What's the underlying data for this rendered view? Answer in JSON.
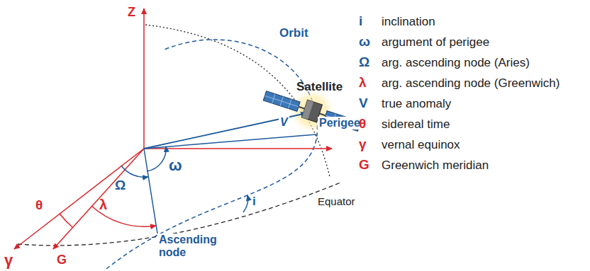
{
  "diagram": {
    "labels": [
      "Z",
      "Orbit",
      "Satellite",
      "Perigee",
      "V",
      "ω",
      "Ω",
      "θ",
      "λ",
      "i",
      "Equator",
      "Ascending node",
      "γ",
      "G",
      "i",
      "ω",
      "Ω",
      "λ",
      "V",
      "θ",
      "γ",
      "G"
    ],
    "legend": [
      {
        "text": "inclination"
      },
      {
        "text": "argument of perigee"
      },
      {
        "text": "arg. ascending node (Aries)"
      },
      {
        "text": "arg. ascending node (Greenwich)"
      },
      {
        "text": "true anomaly"
      },
      {
        "text": "sidereal time"
      },
      {
        "text": "vernal equinox"
      },
      {
        "text": "Greenwich meridian"
      }
    ]
  }
}
